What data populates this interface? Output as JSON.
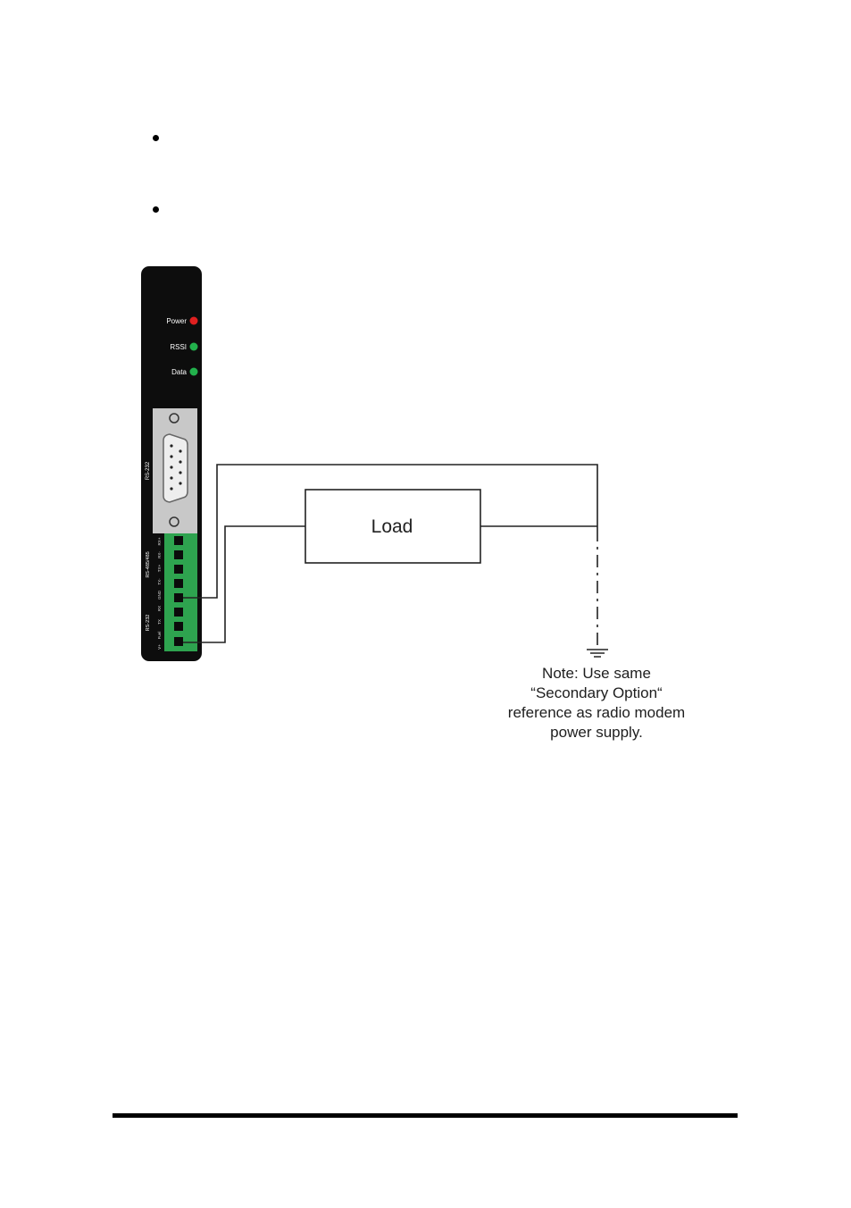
{
  "device": {
    "leds": [
      {
        "label": "Power",
        "color": "#e02020"
      },
      {
        "label": "RSSI",
        "color": "#22b14c"
      },
      {
        "label": "Data",
        "color": "#22b14c"
      }
    ],
    "serial_port_label": "RS-232",
    "terminal_group_labels": [
      "RS-485/485",
      "RS-232"
    ],
    "terminal_pin_labels": [
      "RX+",
      "RX-",
      "TX+",
      "TX-",
      "GND",
      "RX",
      "TX",
      "Fuel",
      "V+"
    ],
    "terminal_color": "#2ea34f"
  },
  "load_box": {
    "label": "Load"
  },
  "note": {
    "lines": [
      "Note:  Use same",
      "“Secondary Option“",
      "reference as radio modem",
      "power supply."
    ]
  }
}
